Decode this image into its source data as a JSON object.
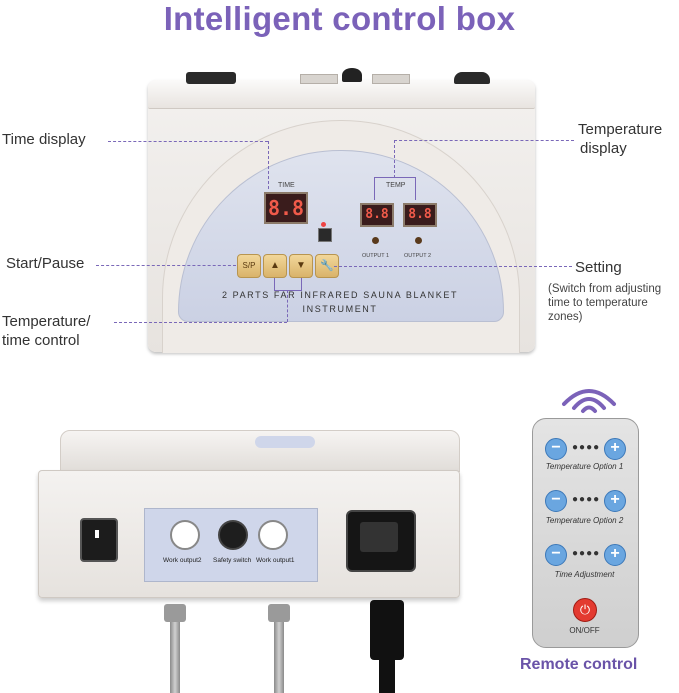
{
  "title": "Intelligent control box",
  "callouts": {
    "time_display": "Time display",
    "temperature_display_line1": "Temperature",
    "temperature_display_line2": "display",
    "start_pause": "Start/Pause",
    "setting": "Setting",
    "setting_note_line1": "(Switch from adjusting",
    "setting_note_line2": "time to temperature",
    "setting_note_line3": "zones)",
    "temp_time_line1": "Temperature/",
    "temp_time_line2": "time control"
  },
  "front_panel": {
    "time_label": "TIME",
    "time_value": "8.8",
    "temp_label": "TEMP",
    "temp_value_1": "8.8",
    "temp_value_2": "8.8",
    "output_1": "OUTPUT 1",
    "output_2": "OUTPUT 2",
    "start_button": "S/P",
    "up_button": "▲",
    "down_button": "▼",
    "setting_button": "🔧",
    "instrument_line1": "2 PARTS FAR INFRARED SAUNA BLANKET",
    "instrument_line2": "INSTRUMENT"
  },
  "rear_panel": {
    "work_output_2": "Work output2",
    "safety_switch": "Safety switch",
    "work_output_1": "Work output1"
  },
  "remote": {
    "minus": "−",
    "plus": "+",
    "dots": "●●●●",
    "temp_option_1": "Temperature Option 1",
    "temp_option_2": "Temperature Option 2",
    "time_adjustment": "Time Adjustment",
    "power_icon": "⏻",
    "on_off": "ON/OFF",
    "caption": "Remote control"
  },
  "colors": {
    "accent": "#7b62b9",
    "remote_button": "#6aa6e0",
    "power_button": "#e33a30"
  }
}
